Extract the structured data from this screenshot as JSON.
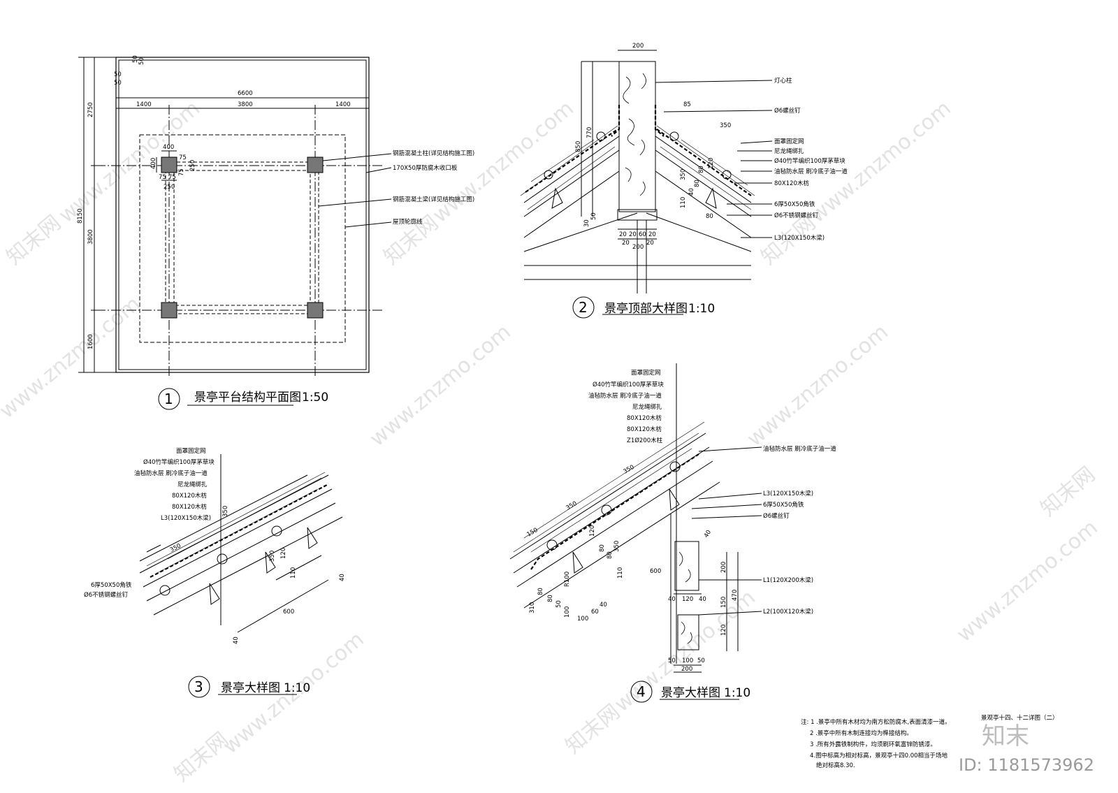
{
  "watermark": {
    "site": "www.znzmo.com",
    "brand_cn": "知末网",
    "logo": "知末",
    "id_text": "ID: 1181573962"
  },
  "drawing1": {
    "no": "1",
    "title": "景亭平台结构平面图",
    "scale": "1:50",
    "dims": {
      "total_w": "6600",
      "left": "1400",
      "mid": "3800",
      "right": "1400",
      "total_h": "8150",
      "top": "2750",
      "mid_h": "3800",
      "bottom": "1600",
      "edge50a": "50",
      "edge50b": "50",
      "edge50c": "50",
      "edge50d": "50",
      "col400": "400",
      "col400v": "400",
      "d75a": "75",
      "d75b": "75",
      "d75c": "75",
      "d75d": "75",
      "d250a": "250",
      "d250b": "250"
    },
    "labels": {
      "column": "钢筋混凝土柱(详见结构施工图)",
      "board": "170X50厚防腐木收口板",
      "beam": "钢筋混凝土梁(详见结构施工图)",
      "roof_outline": "屋顶轮廓线"
    }
  },
  "drawing2": {
    "no": "2",
    "title": "景亭顶部大样图",
    "scale": "1:10",
    "labels": [
      "灯心柱",
      "Ø6螺丝钉",
      "面罩固定网",
      "尼龙绳绑扎",
      "Ø40竹竿编织100厚茅草块",
      "油毡防水层 刷冷底子油一道",
      "80X120木枋",
      "6厚50X50角铁",
      "Ø6不锈钢螺丝钉",
      "L3(120X150木梁)"
    ],
    "dims": {
      "top200": "200",
      "bot200": "200",
      "d85": "85",
      "d350": "350",
      "d850": "850",
      "d770": "770",
      "d350b": "350",
      "d80a": "80",
      "d120": "120",
      "d80b": "80",
      "d110": "110",
      "d40": "40",
      "d80c": "80",
      "d30": "30",
      "d50": "50",
      "b20a": "20",
      "b20b": "20",
      "b60": "60",
      "b20c": "20",
      "b20d": "20",
      "b20e": "20"
    }
  },
  "drawing3": {
    "no": "3",
    "title": "景亭大样图",
    "scale": "1:10",
    "labels": [
      "面罩固定网",
      "Ø40竹竿编织100厚茅草块",
      "油毡防水层  刷冷底子油一道",
      "尼龙绳绑扎",
      "80X120木枋",
      "80X120木枋",
      "L3(120X150木梁)",
      "6厚50X50角铁",
      "Ø6不锈钢螺丝钉"
    ],
    "dims": {
      "a350": "350",
      "b350": "350",
      "c350": "350",
      "d120": "120",
      "d110": "110",
      "d40a": "40",
      "d600": "600",
      "d40b": "40"
    }
  },
  "drawing4": {
    "no": "4",
    "title": "景亭大样图",
    "scale": "1:10",
    "labels": [
      "面罩固定网",
      "Ø40竹竿编织100厚茅草块",
      "油毡防水层  刷冷底子油一道",
      "尼龙绳绑扎",
      "80X120木枋",
      "80X120木枋",
      "Z1Ø200木柱",
      "油毡防水层  刷冷底子油一道",
      "L3(120X150木梁)",
      "6厚50X50角铁",
      "Ø6螺丝钉",
      "L1(120X200木梁)",
      "L2(100X120木梁)"
    ],
    "dims": {
      "d150": "150",
      "d350a": "350",
      "d350b": "350",
      "d350c": "350",
      "d120": "120",
      "d80a": "80",
      "d80b": "80",
      "d110": "110",
      "d600": "600",
      "r100": "R100",
      "d310": "310",
      "d80c": "80",
      "d80d": "80",
      "d50": "50",
      "d100a": "100",
      "d100b": "100",
      "d60": "60",
      "d40a": "40",
      "d40b": "40",
      "d200": "200",
      "d470": "470",
      "d150b": "150",
      "d120b": "120",
      "h40a": "40",
      "h120": "120",
      "h40b": "40",
      "f50a": "50",
      "f100": "100",
      "f50b": "50",
      "f200": "200"
    }
  },
  "sheet": {
    "title": "景观亭十四、十二详图（二）",
    "notes": [
      "注: 1 .景亭中所有木材均为南方松防腐木,表面清漆一道。",
      "2 .景亭中所有木制连接均为榫接结构。",
      "3 .所有外露铁制构件，均须刷环氧富锌防锈漆。",
      "4.图中标高为相对标高，景观亭十四0.00相当于场地",
      "绝对标高8.30."
    ]
  }
}
